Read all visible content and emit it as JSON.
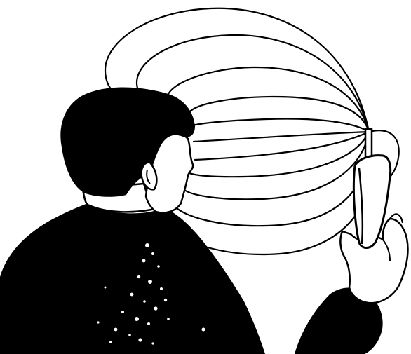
{
  "illustration": {
    "ink_color": "#000000",
    "paper_color": "#ffffff",
    "elements": [
      "man-silhouette",
      "mobile-phone",
      "hand",
      "field-lines"
    ]
  }
}
